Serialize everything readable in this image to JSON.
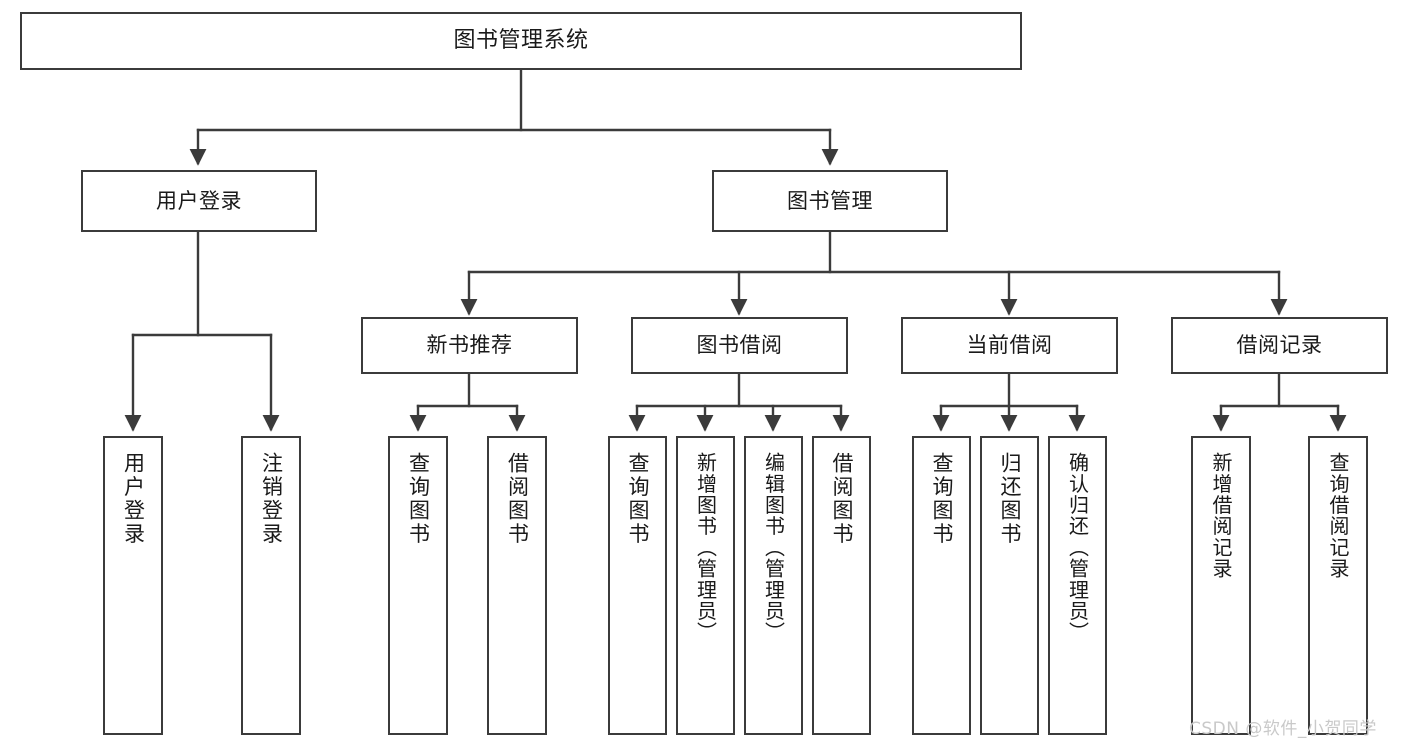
{
  "diagram": {
    "title": "图书管理系统",
    "type": "tree",
    "background": "#ffffff",
    "line_color": "#3b3b3b",
    "text_color": "#1a1a1a",
    "nodes": {
      "root": {
        "label": "图书管理系统"
      },
      "level1": [
        {
          "label": "用户登录"
        },
        {
          "label": "图书管理"
        }
      ],
      "level2": [
        {
          "label": "新书推荐"
        },
        {
          "label": "图书借阅"
        },
        {
          "label": "当前借阅"
        },
        {
          "label": "借阅记录"
        }
      ],
      "leaves": {
        "user_login": [
          {
            "label": "用户登录"
          },
          {
            "label": "注销登录"
          }
        ],
        "new_book": [
          {
            "label": "查询图书"
          },
          {
            "label": "借阅图书"
          }
        ],
        "book_borrow": [
          {
            "label": "查询图书"
          },
          {
            "label": "新增图书（管理员）"
          },
          {
            "label": "编辑图书（管理员）"
          },
          {
            "label": "借阅图书"
          }
        ],
        "current_borrow": [
          {
            "label": "查询图书"
          },
          {
            "label": "归还图书"
          },
          {
            "label": "确认归还（管理员）"
          }
        ],
        "borrow_record": [
          {
            "label": "新增借阅记录"
          },
          {
            "label": "查询借阅记录"
          }
        ]
      }
    }
  },
  "watermark": {
    "text": "CSDN @软件_小贺同学",
    "color": "#c9c9c9"
  }
}
